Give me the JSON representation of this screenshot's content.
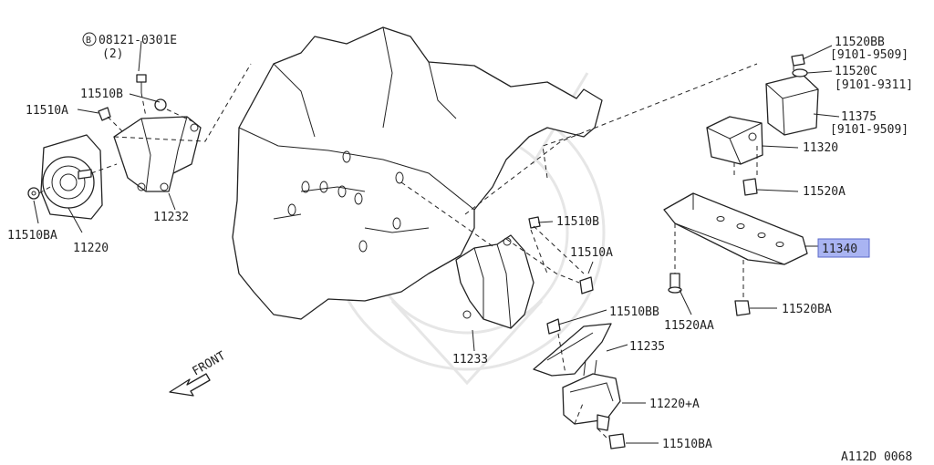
{
  "diagram": {
    "code": "A112D 0068",
    "front_label": "FRONT",
    "highlight_color": "#a9b4f2",
    "labels": {
      "bolt_circle": "B",
      "bolt_code": "08121-0301E",
      "bolt_qty": "(2)",
      "p11510B_left": "11510B",
      "p11510A_left": "11510A",
      "p11510BA_left": "11510BA",
      "p11220": "11220",
      "p11232": "11232",
      "p11520BB": "11520BB",
      "p11520BB_range": "[9101-9509]",
      "p11520C": "11520C",
      "p11520C_range": "[9101-9311]",
      "p11375": "11375",
      "p11375_range": "[9101-9509]",
      "p11320": "11320",
      "p11520A": "11520A",
      "p11340": "11340",
      "p11510B_mid": "11510B",
      "p11510A_mid": "11510A",
      "p11510BB": "11510BB",
      "p11520AA": "11520AA",
      "p11520BA": "11520BA",
      "p11235": "11235",
      "p11233": "11233",
      "p11220A": "11220+A",
      "p11510BA_bottom": "11510BA"
    }
  }
}
